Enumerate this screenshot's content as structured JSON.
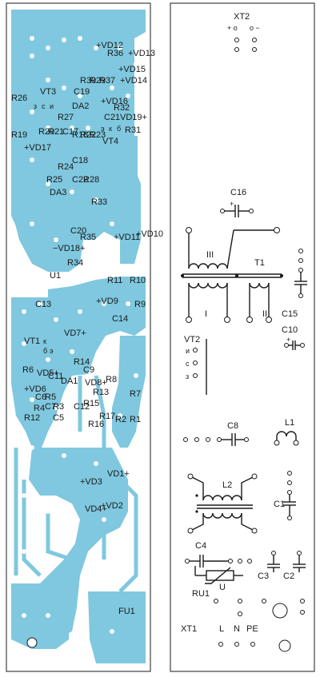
{
  "left_board": {
    "labels": [
      {
        "text": "R26"
      },
      {
        "text": "VT3"
      },
      {
        "text": "з"
      },
      {
        "text": "с"
      },
      {
        "text": "и"
      },
      {
        "text": "R19"
      },
      {
        "text": "+VD17"
      },
      {
        "text": "R20"
      },
      {
        "text": "R21"
      },
      {
        "text": "R27"
      },
      {
        "text": "C19"
      },
      {
        "text": "R30"
      },
      {
        "text": "R29"
      },
      {
        "text": "R37"
      },
      {
        "text": "R36"
      },
      {
        "text": "+VD12"
      },
      {
        "text": "+VD15"
      },
      {
        "text": "+VD14"
      },
      {
        "text": "+VD13"
      },
      {
        "text": "DA2"
      },
      {
        "text": "C17"
      },
      {
        "text": "R18"
      },
      {
        "text": "R22"
      },
      {
        "text": "R23"
      },
      {
        "text": "+VD16"
      },
      {
        "text": "C21"
      },
      {
        "text": "R32"
      },
      {
        "text": "VD19+"
      },
      {
        "text": "э"
      },
      {
        "text": "к"
      },
      {
        "text": "б"
      },
      {
        "text": "R31"
      },
      {
        "text": "VT4"
      },
      {
        "text": "R25"
      },
      {
        "text": "R24"
      },
      {
        "text": "C18"
      },
      {
        "text": "C22"
      },
      {
        "text": "R28"
      },
      {
        "text": "DA3"
      },
      {
        "text": "R33"
      },
      {
        "text": "+VD11"
      },
      {
        "text": "+VD10"
      },
      {
        "text": "−VD18+"
      },
      {
        "text": "C20"
      },
      {
        "text": "R34"
      },
      {
        "text": "R35"
      },
      {
        "text": "U1"
      },
      {
        "text": "C13"
      },
      {
        "text": "R11"
      },
      {
        "text": "R10"
      },
      {
        "text": "+VD9"
      },
      {
        "text": "C14"
      },
      {
        "text": "R9"
      },
      {
        "text": "VT1"
      },
      {
        "text": "к"
      },
      {
        "text": "б"
      },
      {
        "text": "э"
      },
      {
        "text": "VD7+"
      },
      {
        "text": "R14"
      },
      {
        "text": "R6"
      },
      {
        "text": "+VD6"
      },
      {
        "text": "VD5+"
      },
      {
        "text": "C11"
      },
      {
        "text": "C6"
      },
      {
        "text": "R5"
      },
      {
        "text": "C7"
      },
      {
        "text": "R4"
      },
      {
        "text": "R12"
      },
      {
        "text": "C9"
      },
      {
        "text": "VD8+"
      },
      {
        "text": "R13"
      },
      {
        "text": "DA1"
      },
      {
        "text": "R8"
      },
      {
        "text": "R3"
      },
      {
        "text": "C5"
      },
      {
        "text": "C12"
      },
      {
        "text": "R15"
      },
      {
        "text": "R7"
      },
      {
        "text": "R16"
      },
      {
        "text": "R17"
      },
      {
        "text": "R2"
      },
      {
        "text": "R1"
      },
      {
        "text": "VD4+"
      },
      {
        "text": "+VD3"
      },
      {
        "text": "+VD2"
      },
      {
        "text": "VD1+"
      },
      {
        "text": "FU1"
      }
    ]
  },
  "right_board": {
    "xt2": "XT2",
    "xt2_plus": "+ о",
    "xt2_minus": "о −",
    "c16": "C16",
    "t1": "T1",
    "winding_3": "III",
    "winding_1": "I",
    "winding_2": "II",
    "c15": "C15",
    "vt2": "VT2",
    "vt2_i": "и",
    "vt2_s": "с",
    "vt2_z": "з",
    "c10": "C10",
    "c8": "C8",
    "l1": "L1",
    "l2": "L2",
    "c1": "C1",
    "c4": "C4",
    "ru1": "RU1",
    "u": "U",
    "c3": "C3",
    "c2": "C2",
    "xt1": "XT1",
    "l": "L",
    "n": "N",
    "pe": "PE"
  }
}
